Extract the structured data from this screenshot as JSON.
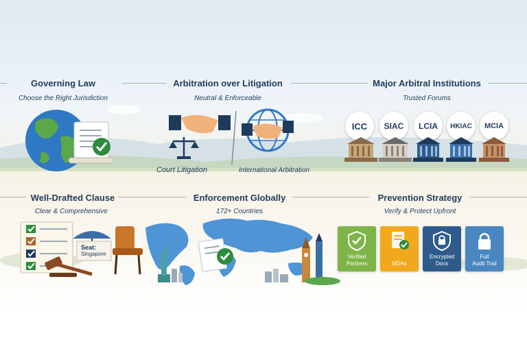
{
  "sections": {
    "governing_law": {
      "title": "Governing Law",
      "subtitle": "Choose the Right Jurisdiction"
    },
    "arbitration": {
      "title": "Arbitration over Litigation",
      "subtitle": "Neutral & Enforceable",
      "left_label": "Court Litigation",
      "right_label": "International Arbitration"
    },
    "institutions": {
      "title": "Major Arbitral Institutions",
      "subtitle": "Trusted Forums",
      "names": [
        "ICC",
        "SIAC",
        "LCIA",
        "HKIAC",
        "MCIA"
      ]
    },
    "clause": {
      "title": "Well-Drafted Clause",
      "subtitle": "Clear & Comprehensive",
      "seat_label": "Seat:",
      "seat_value": "Singapore"
    },
    "enforcement": {
      "title": "Enforcement Globally",
      "subtitle": "172+ Countries"
    },
    "prevention": {
      "title": "Prevention Strategy",
      "subtitle": "Verify & Protect Upfront",
      "tiles": [
        {
          "line1": "Verified",
          "line2": "Partners",
          "color": "#7fb548"
        },
        {
          "line1": "NDAs",
          "line2": "",
          "color": "#f2a81d"
        },
        {
          "line1": "Encrypted",
          "line2": "Docs",
          "color": "#2e5b8c"
        },
        {
          "line1": "Full",
          "line2": "Audit Trail",
          "color": "#4a86bf"
        }
      ]
    }
  },
  "icons": [
    "globe-icon",
    "document-icon",
    "checkmark-icon",
    "handshake-icon",
    "scales-icon",
    "courthouse-icon",
    "checklist-icon",
    "gavel-icon",
    "umbrella-icon",
    "chair-icon",
    "world-map-icon",
    "statue-of-liberty-icon",
    "big-ben-icon",
    "shield-icon",
    "lock-icon"
  ]
}
